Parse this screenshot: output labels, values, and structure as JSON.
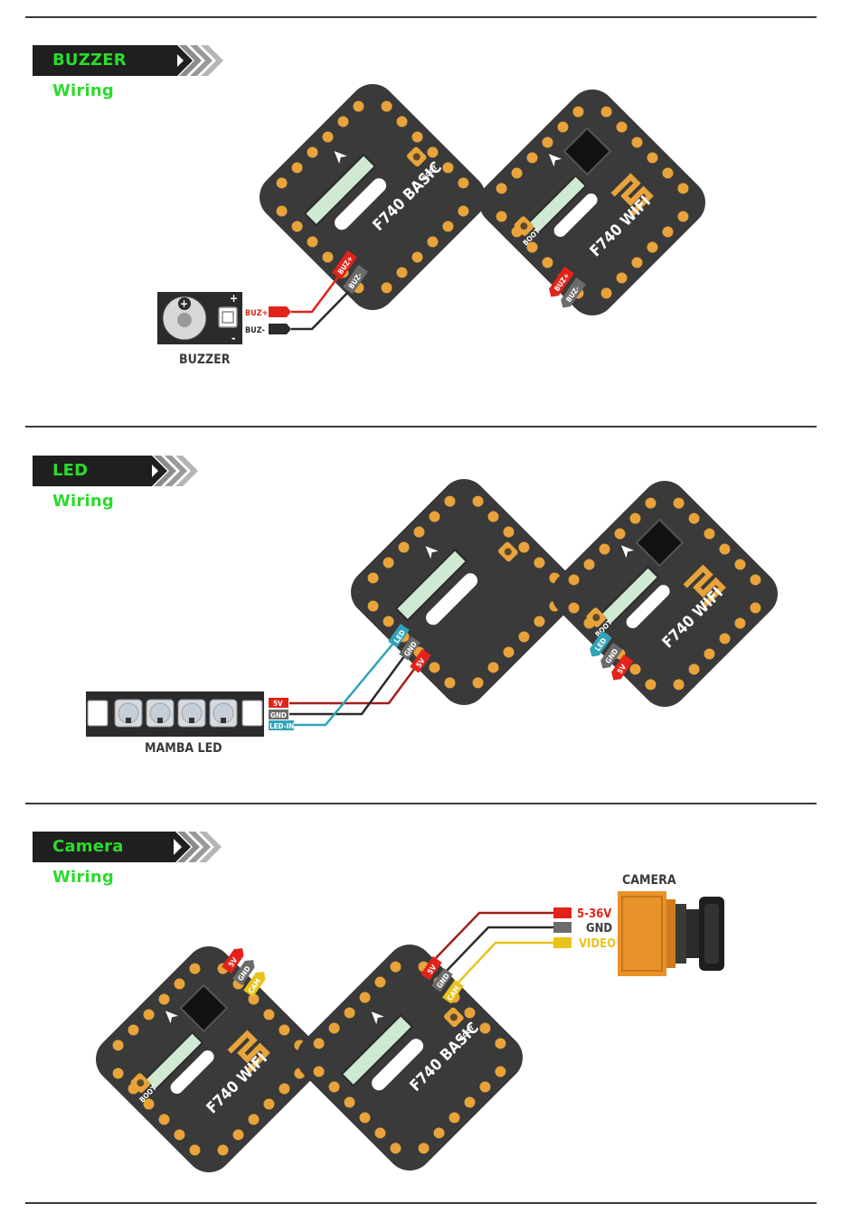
{
  "sections": {
    "buzzer": {
      "title": "BUZZER Wiring"
    },
    "led": {
      "title": "LED Wiring"
    },
    "camera": {
      "title": "Camera Wiring"
    }
  },
  "boards": {
    "basic_name": "F740 BASIC",
    "wifi_name": "F740 WIFI",
    "boot_label": "BOOT"
  },
  "buzzer": {
    "device_label": "BUZZER",
    "plus_symbol": "+",
    "minus_symbol": "-",
    "wire_plus": "BUZ+",
    "wire_minus": "BUZ-",
    "pad_plus": "BUZ+",
    "pad_minus": "BUZ-"
  },
  "led": {
    "device_label": "MAMBA LED",
    "wire_5v": "5V",
    "wire_gnd": "GND",
    "wire_in": "LED-IN",
    "pad_led": "LED",
    "pad_gnd": "GND",
    "pad_5v": "5V"
  },
  "camera": {
    "device_label": "CAMERA",
    "wire_power": "5-36V",
    "wire_gnd": "GND",
    "wire_video": "VIDEO",
    "pad_5v": "5V",
    "pad_gnd": "GND",
    "pad_cam": "CAM"
  },
  "colors": {
    "red": "#e2231a",
    "black": "#2b2b2b",
    "grey": "#6b6b6b",
    "teal": "#2fa3b8",
    "yellow": "#e8c31c",
    "board": "#3a3a3a",
    "pad": "#e8a33a",
    "accent_green": "#2bdc2b",
    "camera_orange": "#e8922a"
  }
}
